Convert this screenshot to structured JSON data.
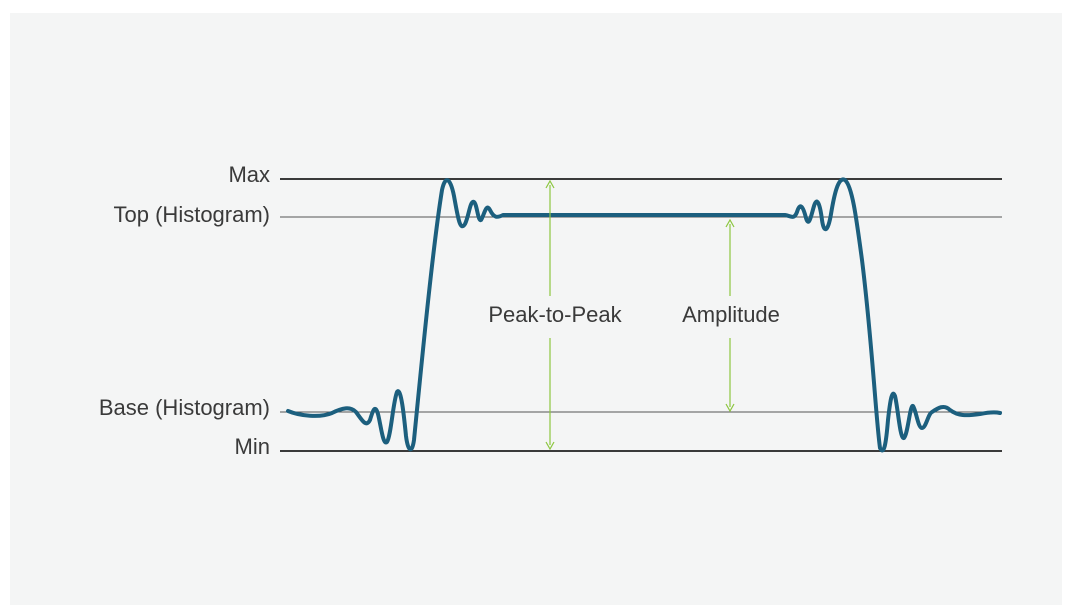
{
  "labels": {
    "max": "Max",
    "top": "Top (Histogram)",
    "base": "Base (Histogram)",
    "min": "Min"
  },
  "annotations": {
    "peak_to_peak": "Peak-to-Peak",
    "amplitude": "Amplitude"
  },
  "colors": {
    "signal": "#1c5f7e",
    "arrow": "#8cc63f",
    "reference_line": "#3a3a3a",
    "background": "#f4f5f5"
  }
}
